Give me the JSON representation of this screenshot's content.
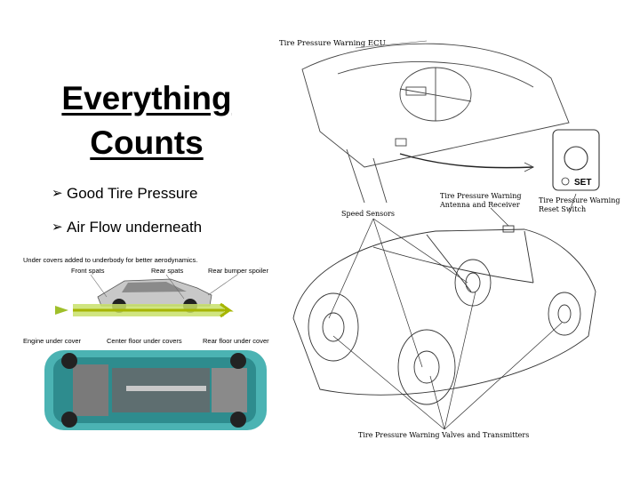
{
  "slide": {
    "title_line1": "Everything",
    "title_line2": "Counts",
    "bullets": [
      {
        "marker": "➢",
        "text": "Good Tire Pressure"
      },
      {
        "marker": "➢",
        "text": "Air Flow underneath"
      }
    ]
  },
  "underbody_figure": {
    "heading": "Under covers added to underbody for better aerodynamics.",
    "labels": {
      "front_spats": "Front spats",
      "rear_spats": "Rear spats",
      "rear_bumper_spoiler": "Rear bumper spoiler",
      "engine_under_cover": "Engine under cover",
      "center_floor_under_covers": "Center floor under covers",
      "rear_floor_under_cover": "Rear floor under cover"
    }
  },
  "tire_figure": {
    "labels": {
      "ecu": "Tire Pressure Warning ECU",
      "antenna_line1": "Tire Pressure Warning",
      "antenna_line2": "Antenna and Receiver",
      "reset_line1": "Tire Pressure Warning",
      "reset_line2": "Reset Switch",
      "speed_sensors": "Speed Sensors",
      "valves": "Tire Pressure Warning Valves and Transmitters",
      "set_button": "SET"
    }
  }
}
